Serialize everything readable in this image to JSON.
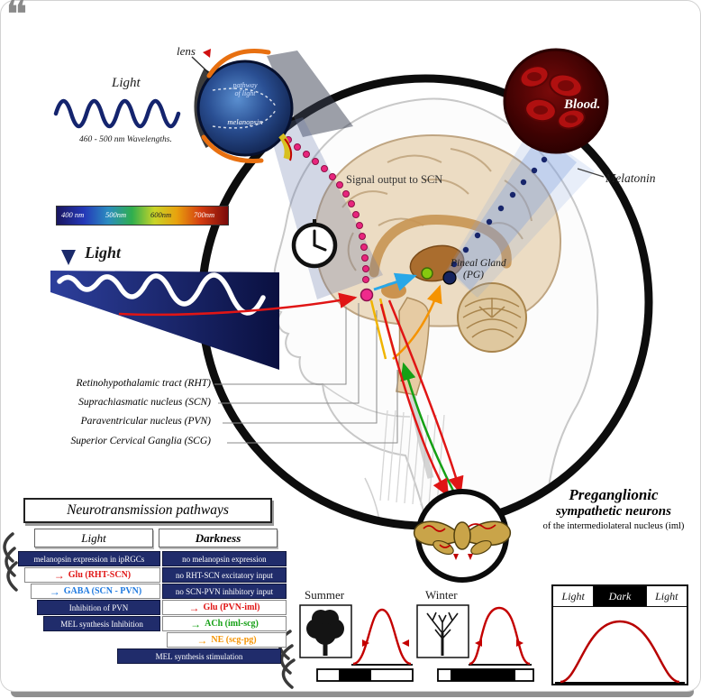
{
  "quote_mark": "❝",
  "optics": {
    "lens": "lens",
    "light": "Light",
    "wavelengths": "460 - 500 nm Wavelengths.",
    "pathway_line1": "pathway",
    "pathway_line2": "of light",
    "melanopsin": "melanopsin"
  },
  "spectrum": {
    "t1": "400 nm",
    "t2": "500nm",
    "t3": "600nm",
    "t4": "700nm"
  },
  "beam": {
    "light": "Light"
  },
  "brain": {
    "signal_output": "Signal output to SCN",
    "pineal_line1": "Pineal Gland",
    "pineal_line2": "(PG)"
  },
  "blood": {
    "label": "Blood.",
    "melatonin": "Melatonin"
  },
  "tracts": {
    "rht": "Retinohypothalamic tract (RHT)",
    "scn": "Suprachiasmatic nucleus (SCN)",
    "pvn": "Paraventricular nucleus (PVN)",
    "scg": "Superior Cervical Ganglia (SCG)"
  },
  "table": {
    "title": "Neurotransmission pathways",
    "light_header": "Light",
    "dark_header": "Darkness",
    "rows": [
      {
        "light": "melanopsin expression in ipRGCs",
        "dark": "no melanopsin expression"
      },
      {
        "light": "Glu (RHT-SCN)",
        "dark": "no RHT-SCN excitatory input"
      },
      {
        "light": "GABA (SCN - PVN)",
        "dark": "no SCN-PVN inhibitory input"
      },
      {
        "light": "Inhibition of PVN",
        "dark": "Glu (PVN-iml)"
      },
      {
        "light": "MEL synthesis Inhibition",
        "dark": "ACh (iml-scg)"
      },
      {
        "light": "",
        "dark": "NE (scg-pg)"
      },
      {
        "light": "",
        "dark": "MEL synthesis stimulation"
      }
    ]
  },
  "seasons": {
    "summer": "Summer",
    "winter": "Winter"
  },
  "preganglionic": {
    "line1": "Preganglionic",
    "line2": "sympathetic neurons",
    "line3": "of the intermediolateral nucleus (iml)"
  },
  "cycle": {
    "left": "Light",
    "mid": "Dark",
    "right": "Light"
  },
  "colors": {
    "navy": "#202c6b",
    "glu_red": "#e01515",
    "gaba_blue": "#1f7ae0",
    "ach_green": "#15a015",
    "ne_orange": "#f59300",
    "melanopsin_pink": "#ef2a8c",
    "curve_red": "#c40000"
  }
}
